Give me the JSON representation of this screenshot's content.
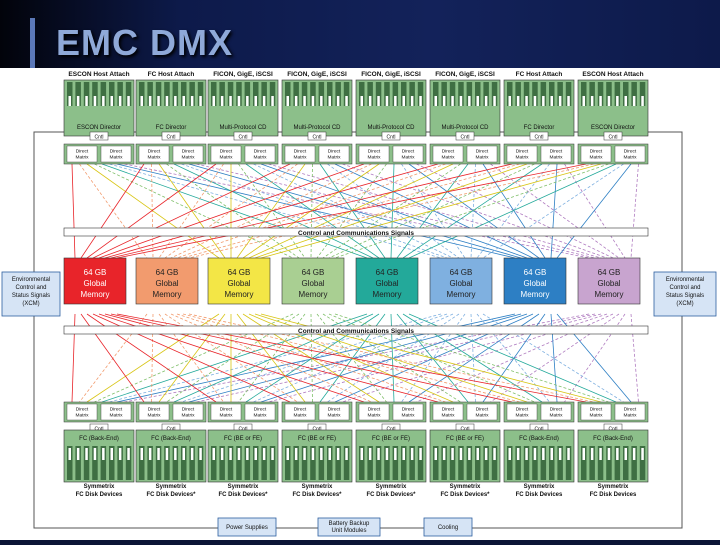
{
  "slide_title": "EMC DMX",
  "top_hosts": [
    "ESCON Host Attach",
    "FC Host Attach",
    "FICON, GigE, iSCSI",
    "FICON, GigE, iSCSI",
    "FICON, GigE, iSCSI",
    "FICON, GigE, iSCSI",
    "FC Host Attach",
    "ESCON Host Attach"
  ],
  "top_directors": [
    "ESCON Director",
    "FC Director",
    "Multi-Protocol CD",
    "Multi-Protocol CD",
    "Multi-Protocol CD",
    "Multi-Protocol CD",
    "FC Director",
    "ESCON Director"
  ],
  "cntl_label": "Cntl",
  "direct_matrix_label": "Direct Matrix",
  "bus_label": "Control and Communications Signals",
  "memory": [
    {
      "text": "64 GB Global Memory",
      "color": "#e8242a",
      "text_color": "#ffffff"
    },
    {
      "text": "64 GB Global Memory",
      "color": "#f29b6e",
      "text_color": "#222222"
    },
    {
      "text": "64 GB Global Memory",
      "color": "#f3e646",
      "text_color": "#222222"
    },
    {
      "text": "64 GB Global Memory",
      "color": "#a9cf92",
      "text_color": "#222222"
    },
    {
      "text": "64 GB Global Memory",
      "color": "#23a99a",
      "text_color": "#222222"
    },
    {
      "text": "64 GB Global Memory",
      "color": "#7fb0e0",
      "text_color": "#222222"
    },
    {
      "text": "64 GB Global Memory",
      "color": "#2d7fc4",
      "text_color": "#ffffff"
    },
    {
      "text": "64 GB Global Memory",
      "color": "#c8a4cf",
      "text_color": "#222222"
    }
  ],
  "env_left": "Environmental Control and Status Signals (XCM)",
  "env_right": "Environmental Control and Status Signals (XCM)",
  "bottom_directors": [
    "FC (Back-End)",
    "FC (Back-End)",
    "FC (BE or FE)",
    "FC (BE or FE)",
    "FC (BE or FE)",
    "FC (BE or FE)",
    "FC (Back-End)",
    "FC (Back-End)"
  ],
  "disk_devices": [
    "Symmetrix FC Disk Devices",
    "Symmetrix FC Disk Devices*",
    "Symmetrix FC Disk Devices*",
    "Symmetrix FC Disk Devices*",
    "Symmetrix FC Disk Devices*",
    "Symmetrix FC Disk Devices*",
    "Symmetrix FC Disk Devices",
    "Symmetrix FC Disk Devices"
  ],
  "footer_boxes": [
    "Power Supplies",
    "Battery Backup Unit Modules",
    "Cooling"
  ],
  "colors": {
    "board": "#8cbf8a",
    "board_dark": "#3f6f43",
    "line_colors": [
      "#e8242a",
      "#f29b6e",
      "#d8c514",
      "#7fbf6a",
      "#23a99a",
      "#7fb0e0",
      "#2d7fc4",
      "#b07cc0"
    ]
  }
}
